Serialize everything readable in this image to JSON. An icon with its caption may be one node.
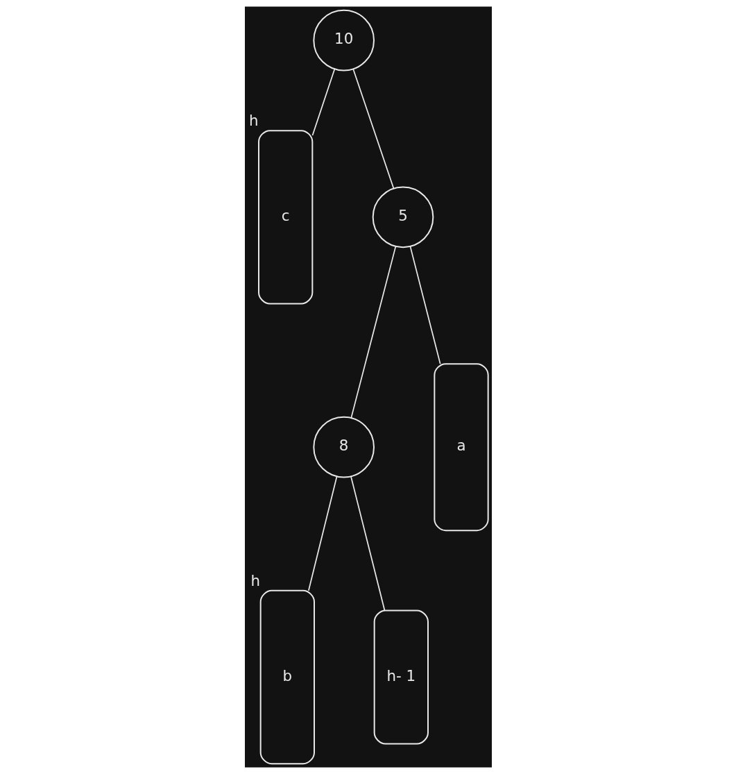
{
  "diagram": {
    "nodes": [
      {
        "text": [
          "10"
        ]
      },
      {
        "text": [
          "c"
        ],
        "beside": [
          "h"
        ]
      },
      {
        "text": [
          "5"
        ]
      },
      {
        "text": [
          "8"
        ]
      },
      {
        "text": [
          "b"
        ],
        "beside": [
          "h"
        ]
      },
      {
        "text": [
          "h- 1"
        ]
      },
      {
        "text": [
          "a"
        ]
      }
    ],
    "edges": [
      {
        "from": 0,
        "to": 1,
        "arrow": "none"
      },
      {
        "from": 0,
        "to": 2,
        "arrow": "none"
      },
      {
        "from": 2,
        "to": 3,
        "arrow": "none"
      },
      {
        "from": 2,
        "to": 6,
        "arrow": "none"
      },
      {
        "from": 3,
        "to": 4,
        "arrow": "none"
      },
      {
        "from": 3,
        "to": 5,
        "arrow": "none"
      }
    ]
  }
}
